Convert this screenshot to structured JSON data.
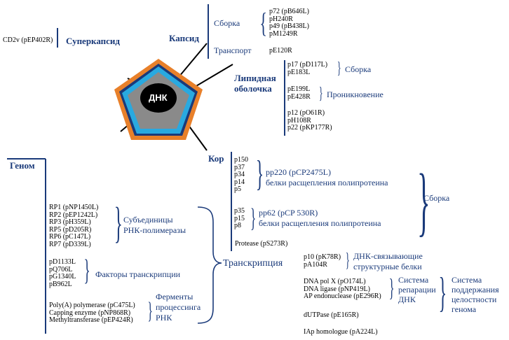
{
  "center": {
    "label": "ДНК"
  },
  "superkapsid": {
    "title": "Суперкапсид",
    "protein": "CD2v (pEP402R)"
  },
  "kapsid": {
    "title": "Капсид",
    "assembly_label": "Сборка",
    "assembly_proteins": [
      "p72 (pB646L)",
      "pH240R",
      "p49 (pB438L)",
      "pM1249R"
    ],
    "transport_label": "Транспорт",
    "transport_protein": "pE120R"
  },
  "lipid": {
    "title_line1": "Липидная",
    "title_line2": "оболочка",
    "assembly_label": "Сборка",
    "assembly_proteins": [
      "p17 (pD117L)",
      "pE183L"
    ],
    "penetration_label": "Проникновение",
    "penetration_proteins": [
      "pE199L",
      "pE428R"
    ],
    "other_proteins": [
      "p12 (pO61R)",
      "pH108R",
      "p22 (pKP177R)"
    ]
  },
  "kor": {
    "title": "Кор",
    "group1_proteins": [
      "p150",
      "p37",
      "p34",
      "p14",
      "p5"
    ],
    "group1_line1": "pp220 (pCP2475L)",
    "group1_line2": "белки расщепления полипротеина",
    "group2_proteins": [
      "p35",
      "p15",
      "p8"
    ],
    "group2_line1": "pp62 (pCP 530R)",
    "group2_line2": "белки расщепления полипротеина",
    "assembly_label": "Сборка",
    "protease": "Protease (pS273R)"
  },
  "genom": {
    "title": "Геном",
    "rnap_proteins": [
      "RP1 (pNP1450L)",
      "RP2 (pEP1242L)",
      "RP3 (pH359L)",
      "RP5 (pD205R)",
      "RP6 (pC147L)",
      "RP7 (pD339L)"
    ],
    "rnap_line1": "Субъединицы",
    "rnap_line2": "РНК-полимеразы",
    "tf_proteins": [
      "pD1133L",
      "pQ706L",
      "pG1340L",
      "pB962L"
    ],
    "tf_label": "Факторы транскрипции",
    "enz_proteins": [
      "Poly(A) polymerase (pC475L)",
      "Capping enzyme (pNP868R)",
      "Methyltransferase (pEP424R)"
    ],
    "enz_line1": "Ферменты",
    "enz_line2": "процессинга",
    "enz_line3": "РНК"
  },
  "transcription": {
    "label": "Транскрипция",
    "dnabind_proteins": [
      "p10 (pK78R)",
      "pA104R"
    ],
    "dnabind_line1": "ДНК-связывающие",
    "dnabind_line2": "структурные белки",
    "repair_proteins": [
      "DNA pol X (pO174L)",
      "DNA ligase (pNP419L)",
      "AP endonuclease (pE296R)"
    ],
    "repair_line1": "Система",
    "repair_line2": "репарации",
    "repair_line3": "ДНК",
    "integrity_line1": "Система",
    "integrity_line2": "поддержания",
    "integrity_line3": "целостности",
    "integrity_line4": "генома",
    "dutpase": "dUTPase (pE165R)",
    "iap": "IAp homologue (pA224L)"
  },
  "colors": {
    "accent": "#1a3a7a",
    "outer": "#e8802a",
    "ring": "#29a9e0",
    "core": "#8a8a8a",
    "center": "#000000"
  }
}
